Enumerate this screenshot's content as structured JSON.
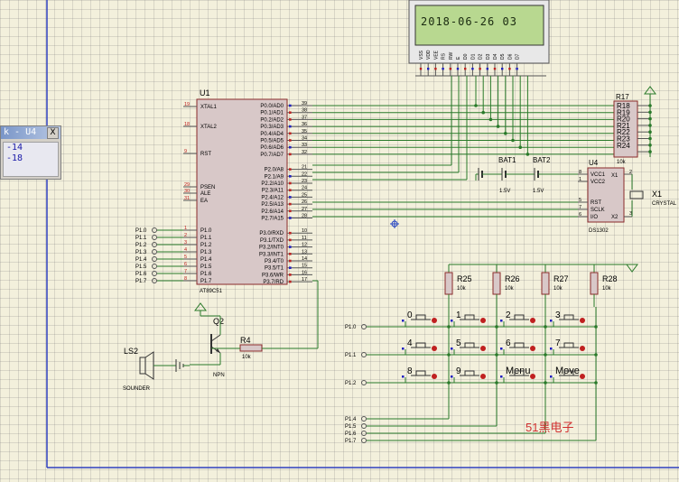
{
  "lcd": {
    "text": "2018-06-26 03",
    "pins": [
      "VSS",
      "VDD",
      "VEE",
      "RS",
      "RW",
      "E",
      "D0",
      "D1",
      "D2",
      "D3",
      "D4",
      "D5",
      "D6",
      "D7"
    ]
  },
  "u1": {
    "ref": "U1",
    "part": "AT89C51",
    "left_pins": [
      {
        "num": "19",
        "name": "XTAL1"
      },
      {
        "num": "18",
        "name": "XTAL2"
      },
      {
        "num": "9",
        "name": "RST"
      },
      {
        "num": "29",
        "name": "PSEN"
      },
      {
        "num": "30",
        "name": "ALE"
      },
      {
        "num": "31",
        "name": "EA"
      },
      {
        "num": "1",
        "name": "P1.0"
      },
      {
        "num": "2",
        "name": "P1.1"
      },
      {
        "num": "3",
        "name": "P1.2"
      },
      {
        "num": "4",
        "name": "P1.3"
      },
      {
        "num": "5",
        "name": "P1.4"
      },
      {
        "num": "6",
        "name": "P1.5"
      },
      {
        "num": "7",
        "name": "P1.6"
      },
      {
        "num": "8",
        "name": "P1.7"
      }
    ],
    "right_pins": [
      {
        "num": "39",
        "name": "P0.0/AD0"
      },
      {
        "num": "38",
        "name": "P0.1/AD1"
      },
      {
        "num": "37",
        "name": "P0.2/AD2"
      },
      {
        "num": "36",
        "name": "P0.3/AD3"
      },
      {
        "num": "35",
        "name": "P0.4/AD4"
      },
      {
        "num": "34",
        "name": "P0.5/AD5"
      },
      {
        "num": "33",
        "name": "P0.6/AD6"
      },
      {
        "num": "32",
        "name": "P0.7/AD7"
      },
      {
        "num": "21",
        "name": "P2.0/A8"
      },
      {
        "num": "22",
        "name": "P2.1/A9"
      },
      {
        "num": "23",
        "name": "P2.2/A10"
      },
      {
        "num": "24",
        "name": "P2.3/A11"
      },
      {
        "num": "25",
        "name": "P2.4/A12"
      },
      {
        "num": "26",
        "name": "P2.5/A13"
      },
      {
        "num": "27",
        "name": "P2.6/A14"
      },
      {
        "num": "28",
        "name": "P2.7/A15"
      },
      {
        "num": "10",
        "name": "P3.0/RXD"
      },
      {
        "num": "11",
        "name": "P3.1/TXD"
      },
      {
        "num": "12",
        "name": "P3.2/INT0"
      },
      {
        "num": "13",
        "name": "P3.3/INT1"
      },
      {
        "num": "14",
        "name": "P3.4/T0"
      },
      {
        "num": "15",
        "name": "P3.5/T1"
      },
      {
        "num": "16",
        "name": "P3.6/WR"
      },
      {
        "num": "17",
        "name": "P3.7/RD"
      }
    ]
  },
  "port_labels": [
    "P1.0",
    "P1.1",
    "P1.2",
    "P1.3",
    "P1.4",
    "P1.5",
    "P1.6",
    "P1.7"
  ],
  "rpack": {
    "ref_top": "R17",
    "refs": [
      "R18",
      "R19",
      "R20",
      "R21",
      "R22",
      "R23",
      "R24"
    ],
    "value": "10k"
  },
  "u4": {
    "ref": "U4",
    "part": "DS1302",
    "pins": [
      {
        "num": "8",
        "name": "VCC1"
      },
      {
        "num": "1",
        "name": "VCC2"
      },
      {
        "num": "5",
        "name": "RST"
      },
      {
        "num": "7",
        "name": "SCLK"
      },
      {
        "num": "6",
        "name": "I/O"
      },
      {
        "num": "X1",
        "name": "X1"
      },
      {
        "num": "X2",
        "name": "X2"
      },
      {
        "num": "2",
        "name": "2"
      },
      {
        "num": "3",
        "name": "3"
      }
    ]
  },
  "bat1": {
    "ref": "BAT1",
    "value": "1.5V"
  },
  "bat2": {
    "ref": "BAT2",
    "value": "1.5V"
  },
  "x1": {
    "ref": "X1",
    "part": "CRYSTAL"
  },
  "q2": {
    "ref": "Q2",
    "part": "NPN"
  },
  "r4": {
    "ref": "R4",
    "value": "10k"
  },
  "ls2": {
    "ref": "LS2",
    "part": "SOUNDER"
  },
  "pullups": [
    {
      "ref": "R25",
      "value": "10k"
    },
    {
      "ref": "R26",
      "value": "10k"
    },
    {
      "ref": "R27",
      "value": "10k"
    },
    {
      "ref": "R28",
      "value": "10k"
    }
  ],
  "keys": [
    "0",
    "1",
    "2",
    "3",
    "4",
    "5",
    "6",
    "7",
    "8",
    "9",
    "Menu",
    "Move"
  ],
  "row_labels": [
    "P1.0",
    "P1.1",
    "P1.2"
  ],
  "col_labels": [
    "P1.4",
    "P1.5",
    "P1.6",
    "P1.7"
  ],
  "watermark": "51黑电子",
  "popup": {
    "title": "k - U4",
    "close": "X",
    "lines": [
      "-14",
      "-18"
    ]
  },
  "colors": {
    "wire": "#2a7a2a",
    "body": "#d8c8c8",
    "border": "#8a2a2a",
    "label": "#000000",
    "pin_red": "#c02020",
    "pin_blue": "#2020c0",
    "lcd_bg": "#b8d890",
    "lcd_text": "#1a2a10",
    "frame": "#3040c0"
  }
}
